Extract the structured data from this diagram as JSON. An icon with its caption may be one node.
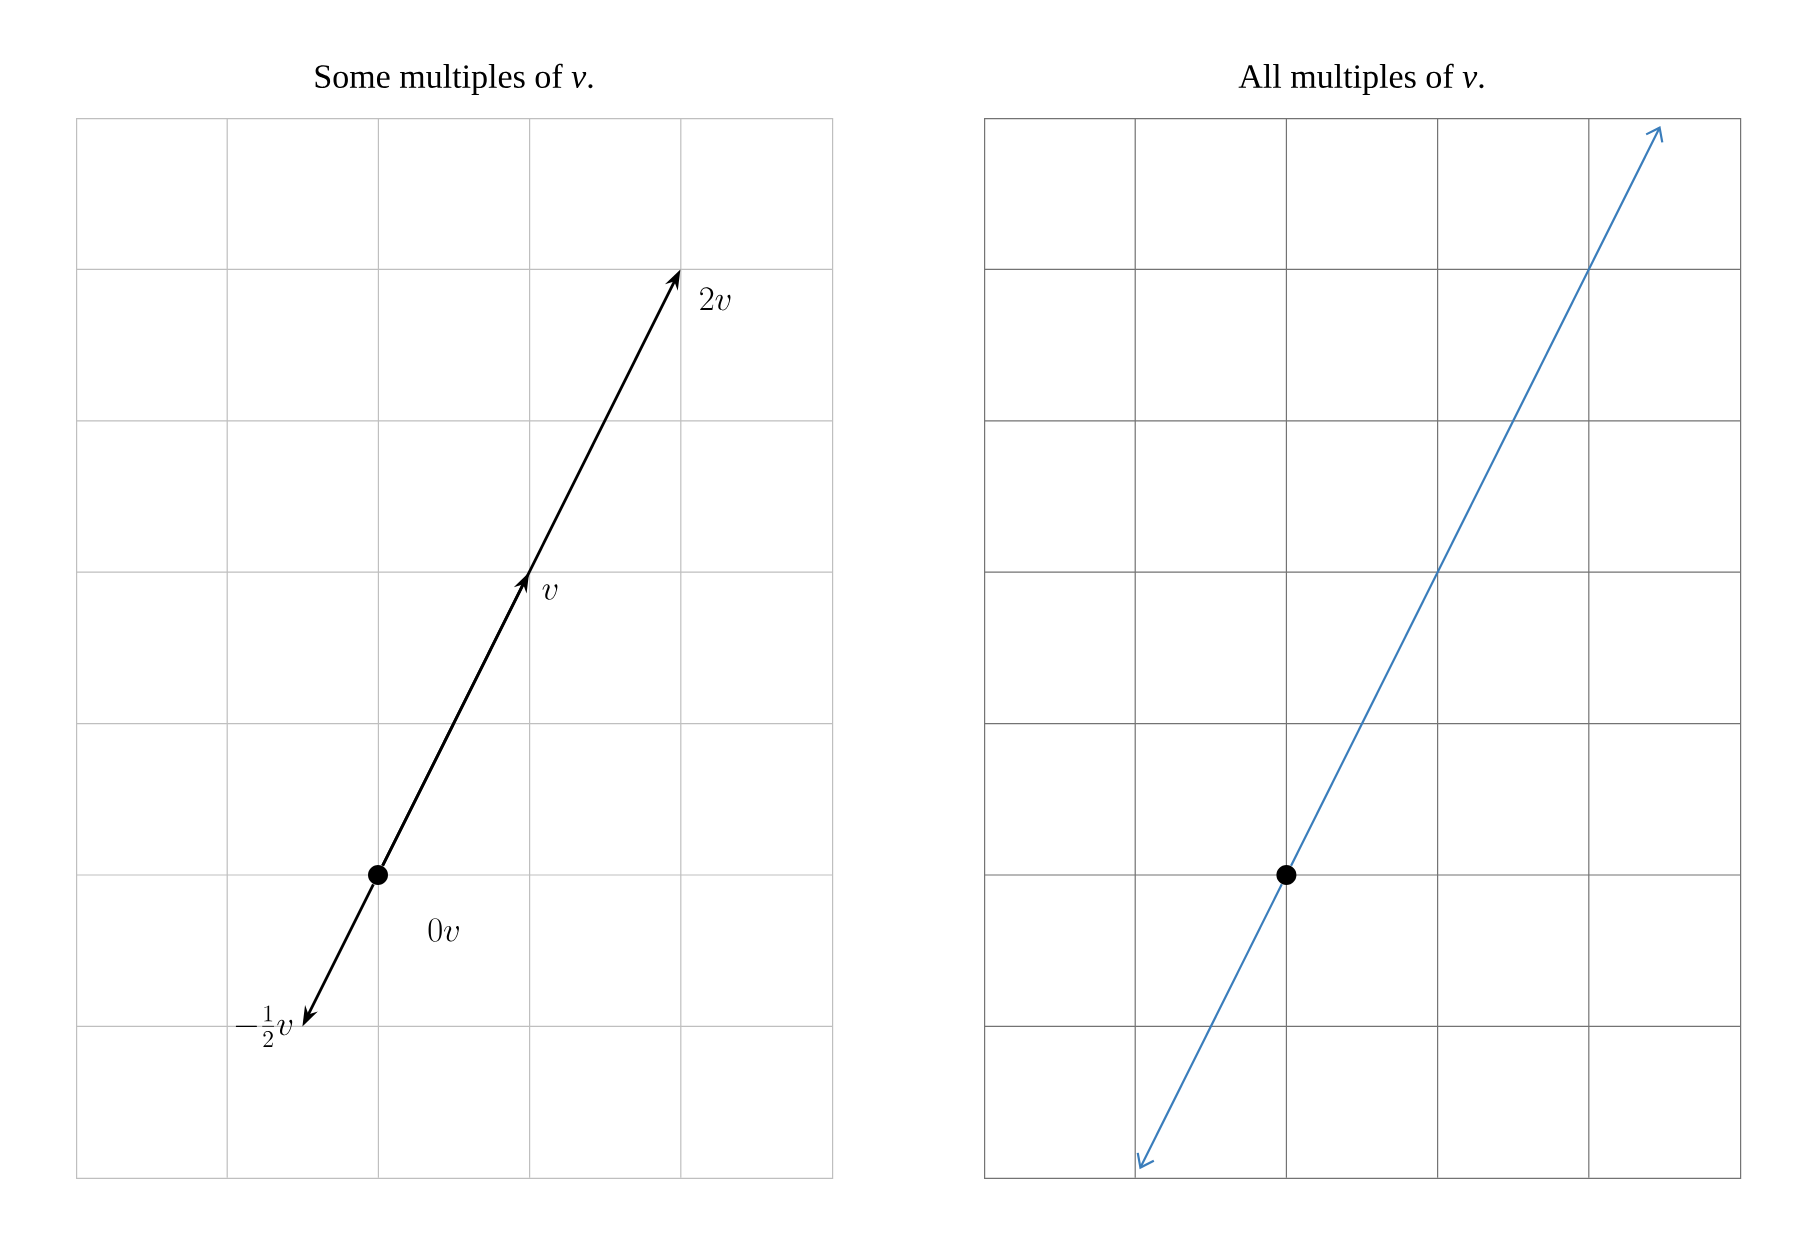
{
  "diagram": {
    "nodes": [
      {
        "text": [
          "Some multiples of *v*."
        ]
      },
      {
        "text": [],
        "shape": "circle",
        "in": 0,
        "beside": [
          "0v"
        ]
      },
      {
        "text": [],
        "shape": "point",
        "in": 0,
        "beside": [
          "v"
        ]
      },
      {
        "text": [],
        "shape": "point",
        "in": 0,
        "beside": [
          "2v"
        ]
      },
      {
        "text": [],
        "shape": "point",
        "in": 0,
        "beside": [
          "-\\frac{1}{2}v"
        ]
      },
      {
        "text": [
          "All multiples of *v*."
        ]
      },
      {
        "text": [],
        "shape": "circle",
        "in": 5
      }
    ],
    "edges": [
      {
        "from": 1,
        "to": 2,
        "arrow": "to"
      },
      {
        "from": 1,
        "to": 3,
        "arrow": "to"
      },
      {
        "from": 1,
        "to": 4,
        "arrow": "to"
      },
      {
        "from": 6,
        "to": null,
        "arrow": "to",
        "color": "#3a7dbb"
      },
      {
        "from": 6,
        "to": null,
        "arrow": "to",
        "color": "#3a7dbb"
      }
    ]
  }
}
